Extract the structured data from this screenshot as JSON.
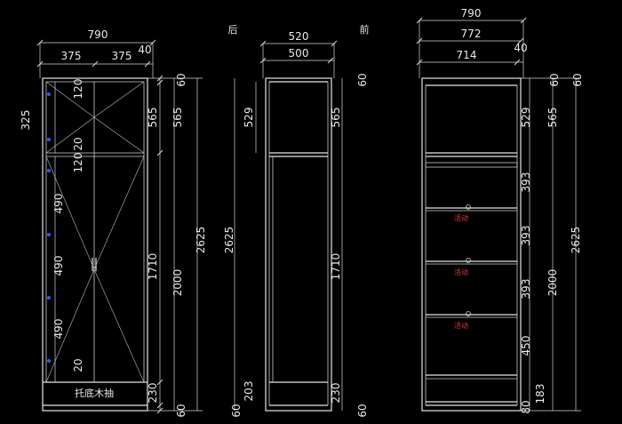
{
  "view_labels": {
    "back": "后",
    "front": "前"
  },
  "left_view": {
    "top_dims": [
      "790",
      "375",
      "375",
      "40"
    ],
    "left_dims": [
      "325",
      "490",
      "490",
      "490"
    ],
    "inner_dims": [
      "120",
      "20",
      "120",
      "20"
    ],
    "right_dims_1": [
      "60",
      "565",
      "1710",
      "230",
      "60"
    ],
    "right_dims_2": [
      "2000"
    ],
    "right_dims_3": [
      "2625"
    ],
    "drawer_label": "托底木抽"
  },
  "middle_view": {
    "top_dims": [
      "520",
      "500"
    ],
    "left_dims": [
      "529",
      "2625",
      "60",
      "203"
    ],
    "right_dims": [
      "60",
      "565",
      "1710",
      "230",
      "60"
    ]
  },
  "right_view": {
    "top_dims": [
      "790",
      "772",
      "714",
      "40"
    ],
    "right_dims_1": [
      "529",
      "393",
      "393",
      "393",
      "450",
      "80",
      "183"
    ],
    "right_dims_2": [
      "60",
      "565",
      "2000"
    ],
    "right_dims_3": [
      "60",
      "2625"
    ],
    "shelf_labels": [
      "活动",
      "活动",
      "活动"
    ]
  },
  "colors": {
    "background": "#000000",
    "line": "#e6e6e6",
    "note": "#e23b3b",
    "hinge": "#2f5bff"
  }
}
